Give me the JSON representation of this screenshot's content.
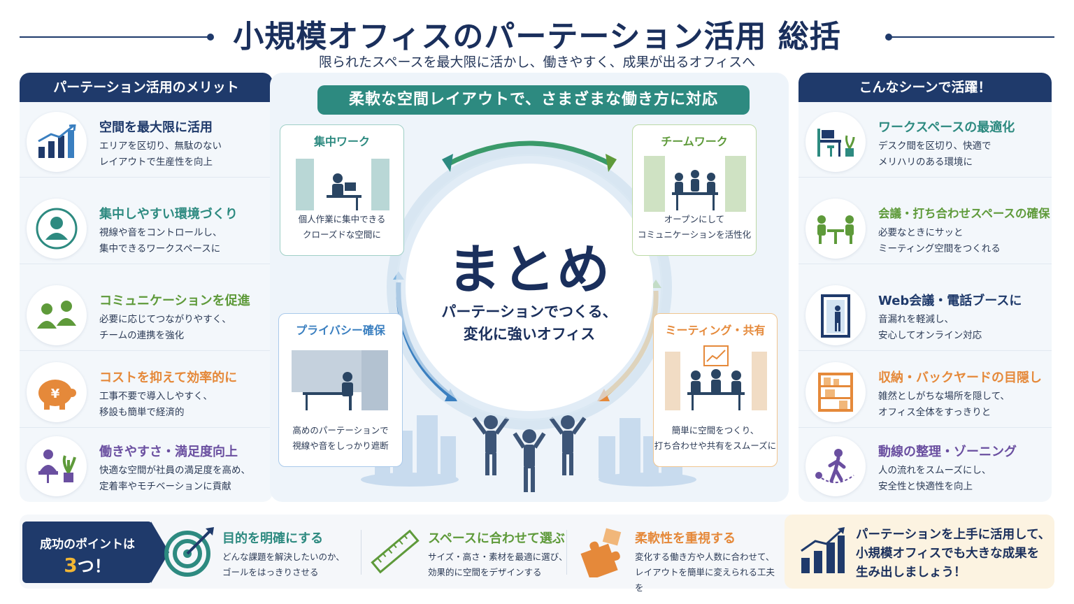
{
  "header": {
    "title": "小規模オフィスのパーテーション活用 総括",
    "subtitle": "限られたスペースを最大限に活かし、働きやすく、成果が出るオフィスへ"
  },
  "left_panel": {
    "heading": "パーテーション活用のメリット",
    "items": [
      {
        "title": "空間を最大限に活用",
        "desc": "エリアを区切り、無駄のない\nレイアウトで生産性を向上",
        "color": "#1f3a6b",
        "icon": "growth-chart-icon"
      },
      {
        "title": "集中しやすい環境づくり",
        "desc": "視線や音をコントロールし、\n集中できるワークスペースに",
        "color": "#2d8a80",
        "icon": "person-focus-icon"
      },
      {
        "title": "コミュニケーションを促進",
        "desc": "必要に応じてつながりやすく、\nチームの連携を強化",
        "color": "#5e9a3a",
        "icon": "people-chat-icon"
      },
      {
        "title": "コストを抑えて効率的に",
        "desc": "工事不要で導入しやすく、\n移設も簡単で経済的",
        "color": "#e5893a",
        "icon": "piggy-bank-icon"
      },
      {
        "title": "働きやすさ・満足度向上",
        "desc": "快適な空間が社員の満足度を高め、\n定着率やモチベーションに貢献",
        "color": "#6a4fa0",
        "icon": "chair-plant-icon"
      }
    ]
  },
  "center": {
    "banner": "柔軟な空間レイアウトで、さまざまな働き方に対応",
    "main": "まとめ",
    "main_sub": "パーテーションでつくる、\n変化に強いオフィス",
    "cards": [
      {
        "title": "集中ワーク",
        "desc": "個人作業に集中できる\nクローズドな空間に",
        "color": "#2d8a80"
      },
      {
        "title": "チームワーク",
        "desc": "オープンにして\nコミュニケーションを活性化",
        "color": "#5e9a3a"
      },
      {
        "title": "プライバシー確保",
        "desc": "高めのパーテーションで\n視線や音をしっかり遮断",
        "color": "#3a7fc0"
      },
      {
        "title": "ミーティング・共有",
        "desc": "簡単に空間をつくり、\n打ち合わせや共有をスムーズに",
        "color": "#e5893a"
      }
    ]
  },
  "right_panel": {
    "heading": "こんなシーンで活躍！",
    "items": [
      {
        "title": "ワークスペースの最適化",
        "desc": "デスク間を区切り、快適で\nメリハリのある環境に",
        "color": "#2d8a80",
        "icon": "desk-icon"
      },
      {
        "title": "会議・打ち合わせスペースの確保",
        "desc": "必要なときにサッと\nミーティング空間をつくれる",
        "color": "#5e9a3a",
        "icon": "meeting-icon"
      },
      {
        "title": "Web会議・電話ブースに",
        "desc": "音漏れを軽減し、\n安心してオンライン対応",
        "color": "#1f3a6b",
        "icon": "phone-booth-icon"
      },
      {
        "title": "収納・バックヤードの目隠し",
        "desc": "雑然としがちな場所を隠して、\nオフィス全体をすっきりと",
        "color": "#e5893a",
        "icon": "shelf-icon"
      },
      {
        "title": "動線の整理・ゾーニング",
        "desc": "人の流れをスムーズにし、\n安全性と快適性を向上",
        "color": "#6a4fa0",
        "icon": "walking-path-icon"
      }
    ]
  },
  "bottom": {
    "badge_text": "成功のポイントは",
    "badge_num": "3",
    "badge_suffix": "つ！",
    "points": [
      {
        "title": "目的を明確にする",
        "desc": "どんな課題を解決したいのか、\nゴールをはっきりさせる",
        "color": "#2d8a80",
        "icon": "target-icon"
      },
      {
        "title": "スペースに合わせて選ぶ",
        "desc": "サイズ・高さ・素材を最適に選び、\n効果的に空間をデザインする",
        "color": "#5e9a3a",
        "icon": "ruler-icon"
      },
      {
        "title": "柔軟性を重視する",
        "desc": "変化する働き方や人数に合わせて、\nレイアウトを簡単に変えられる工夫を",
        "color": "#e5893a",
        "icon": "puzzle-icon"
      }
    ],
    "cta": "パーテーションを上手に活用して、\n小規模オフィスでも大きな成果を\n生み出しましょう！"
  }
}
